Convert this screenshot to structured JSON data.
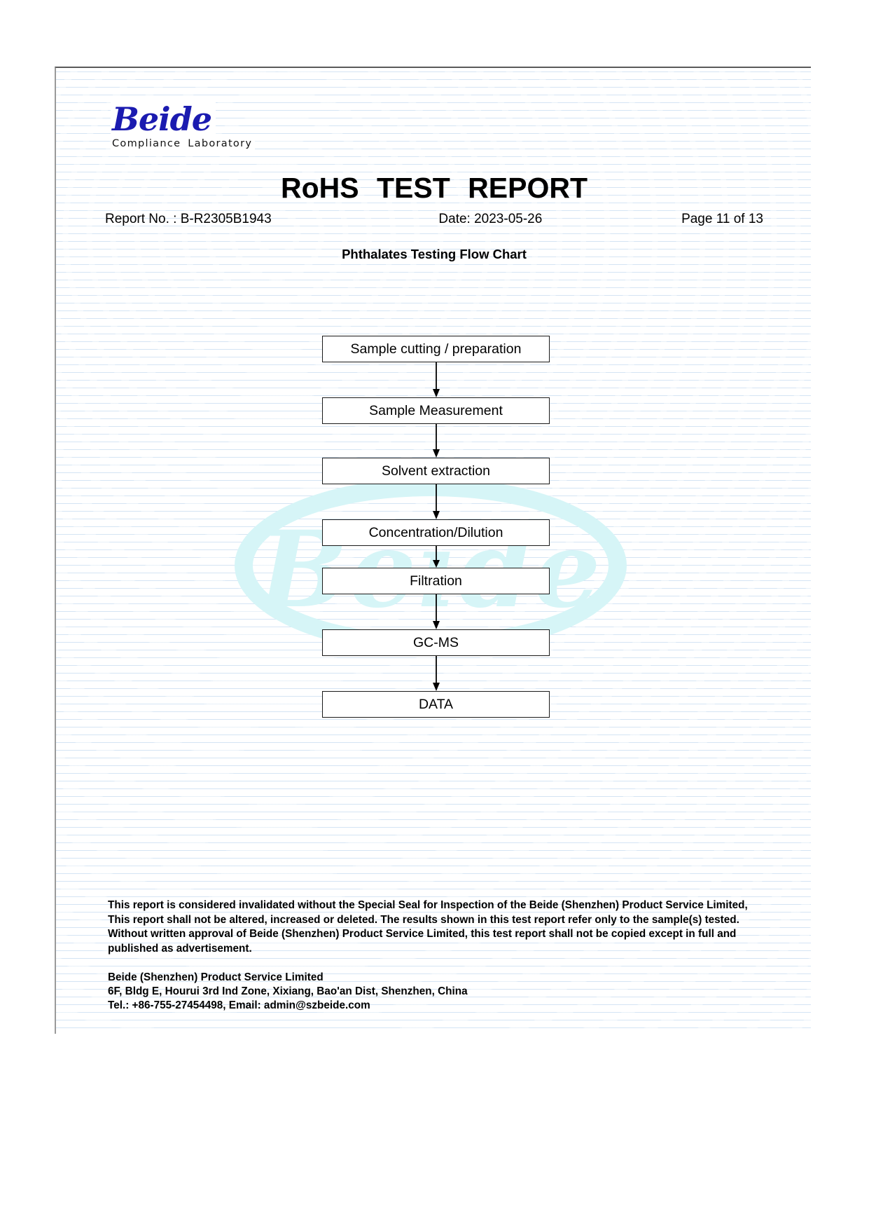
{
  "brand": {
    "logo_word": "Beide",
    "logo_subtitle": "Compliance  Laboratory",
    "logo_color": "#1b1bb0",
    "watermark_text": "Beide",
    "watermark_color": "#d6f5f7"
  },
  "header": {
    "title": "RoHS   TEST   REPORT",
    "report_no": "Report No. : B-R2305B1943",
    "date": "Date: 2023-05-26",
    "page": "Page 11 of 13"
  },
  "section": {
    "heading": "Phthalates Testing Flow Chart"
  },
  "chart_data": {
    "type": "flowchart",
    "title": "Phthalates Testing Flow Chart",
    "orientation": "vertical",
    "connector": "arrow-down",
    "nodes": [
      {
        "id": 1,
        "label": "Sample cutting / preparation"
      },
      {
        "id": 2,
        "label": "Sample Measurement"
      },
      {
        "id": 3,
        "label": "Solvent extraction"
      },
      {
        "id": 4,
        "label": "Concentration/Dilution"
      },
      {
        "id": 5,
        "label": "Filtration"
      },
      {
        "id": 6,
        "label": "GC-MS"
      },
      {
        "id": 7,
        "label": "DATA"
      }
    ],
    "edges": [
      {
        "from": 1,
        "to": 2
      },
      {
        "from": 2,
        "to": 3
      },
      {
        "from": 3,
        "to": 4
      },
      {
        "from": 4,
        "to": 5
      },
      {
        "from": 5,
        "to": 6
      },
      {
        "from": 6,
        "to": 7
      }
    ],
    "arrow_lengths": [
      50,
      48,
      50,
      31,
      50,
      50
    ],
    "box_fill": "#ffffff",
    "box_border": "#1a1a1a"
  },
  "footer": {
    "disclaimer": "This report is considered invalidated without the Special Seal for Inspection of the Beide (Shenzhen) Product Service Limited, This report shall not be altered, increased or deleted. The results shown in this test report refer only to the sample(s) tested. Without written approval of Beide (Shenzhen) Product Service Limited, this test report shall not be copied except in full and published as advertisement.",
    "company": "Beide (Shenzhen) Product Service Limited",
    "address": "6F, Bldg E, Hourui 3rd Ind Zone, Xixiang, Bao'an Dist, Shenzhen, China",
    "contact": "Tel.: +86-755-27454498, Email: admin@szbeide.com"
  }
}
